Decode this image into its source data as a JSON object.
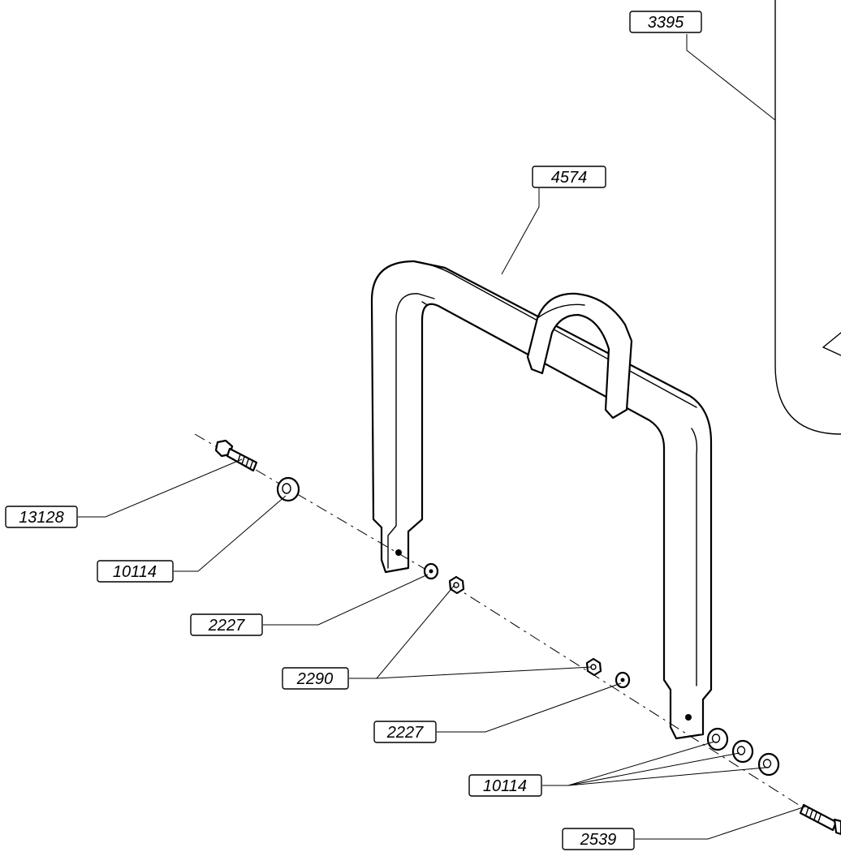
{
  "callouts": {
    "c3395": "3395",
    "c4574": "4574",
    "c13128": "13128",
    "c10114_top": "10114",
    "c2227_top": "2227",
    "c2290": "2290",
    "c2227_bottom": "2227",
    "c10114_bottom": "10114",
    "c2539": "2539"
  }
}
